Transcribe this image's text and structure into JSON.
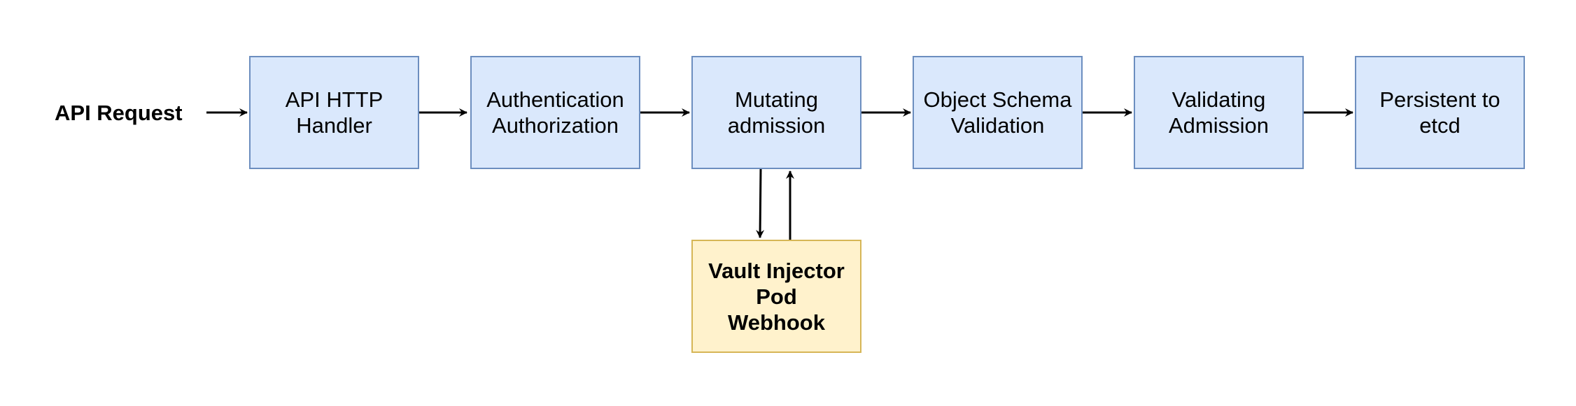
{
  "start": {
    "label": "API Request"
  },
  "pipeline": [
    {
      "id": "api-http-handler",
      "label": "API HTTP\nHandler"
    },
    {
      "id": "authentication-authorization",
      "label": "Authentication\nAuthorization"
    },
    {
      "id": "mutating-admission",
      "label": "Mutating\nadmission"
    },
    {
      "id": "object-schema-validation",
      "label": "Object Schema\nValidation"
    },
    {
      "id": "validating-admission",
      "label": "Validating\nAdmission"
    },
    {
      "id": "persistent-to-etcd",
      "label": "Persistent to\netcd"
    }
  ],
  "webhook": {
    "label": "Vault Injector\nPod\nWebhook"
  },
  "colors": {
    "process_fill": "#dae8fc",
    "process_stroke": "#6c8ebf",
    "webhook_fill": "#fff2cc",
    "webhook_stroke": "#d6b656",
    "edge": "#000000"
  }
}
